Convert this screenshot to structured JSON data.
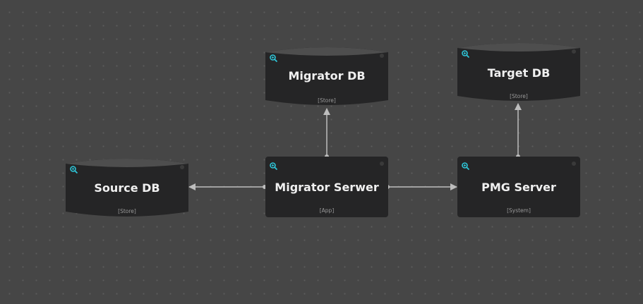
{
  "diagram": {
    "nodes": [
      {
        "id": "migrator-db",
        "title": "Migrator DB",
        "tag": "[Store]",
        "shape": "cylinder"
      },
      {
        "id": "target-db",
        "title": "Target DB",
        "tag": "[Store]",
        "shape": "cylinder"
      },
      {
        "id": "source-db",
        "title": "Source DB",
        "tag": "[Store]",
        "shape": "cylinder"
      },
      {
        "id": "migrator-server",
        "title": "Migrator Serwer",
        "tag": "[App]",
        "shape": "box"
      },
      {
        "id": "pmg-server",
        "title": "PMG Server",
        "tag": "[System]",
        "shape": "box"
      }
    ],
    "edges": [
      {
        "from": "migrator-server",
        "to": "migrator-db"
      },
      {
        "from": "migrator-server",
        "to": "source-db"
      },
      {
        "from": "migrator-server",
        "to": "pmg-server"
      },
      {
        "from": "pmg-server",
        "to": "target-db"
      }
    ],
    "icons": {
      "zoom": "zoom-in-icon",
      "status": "status-dot-icon"
    },
    "colors": {
      "background": "#464646",
      "node_fill": "#252526",
      "node_top": "#4e4e4e",
      "edge": "#bdbdbd",
      "accent": "#2ec4d6"
    }
  }
}
